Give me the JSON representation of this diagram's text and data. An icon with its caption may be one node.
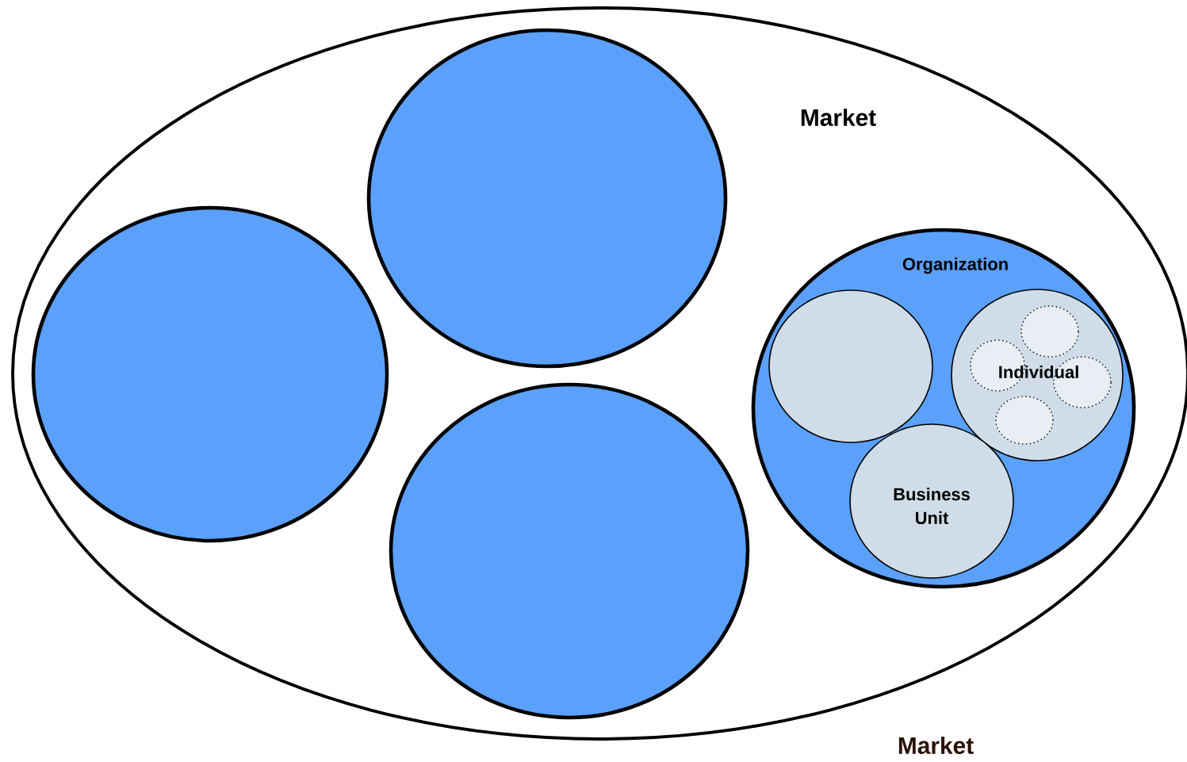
{
  "diagram": {
    "nodes": [
      {
        "text": [
          "Market"
        ]
      },
      {
        "text": [],
        "shape": "circle",
        "in": 0
      },
      {
        "text": [],
        "shape": "circle",
        "in": 0
      },
      {
        "text": [
          "Organization"
        ],
        "in": 0
      },
      {
        "text": [],
        "shape": "circle",
        "in": 3
      },
      {
        "text": [
          "Individual"
        ],
        "in": 3
      },
      {
        "text": [],
        "shape": "circle",
        "in": 5
      },
      {
        "text": [],
        "shape": "circle",
        "in": 5
      },
      {
        "text": [],
        "shape": "circle",
        "in": 5
      },
      {
        "text": [],
        "shape": "circle",
        "in": 5
      },
      {
        "text": [
          "Business Unit"
        ],
        "in": 3
      },
      {
        "text": [],
        "shape": "circle",
        "in": 0
      }
    ],
    "labels": [
      "Market"
    ]
  }
}
